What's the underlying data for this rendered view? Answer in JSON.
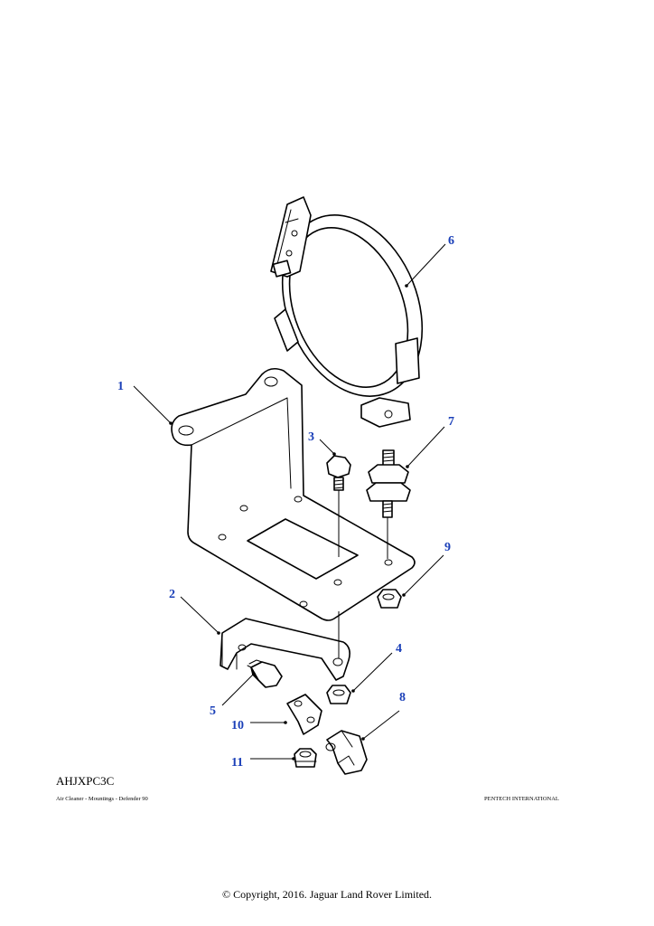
{
  "diagram": {
    "code": "AHJXPC3C",
    "description": "Air Cleaner - Mountings - Defender 90",
    "publisher": "PENTECH INTERNATIONAL",
    "copyright": "© Copyright, 2016. Jaguar Land Rover Limited.",
    "callouts": [
      "1",
      "2",
      "3",
      "4",
      "5",
      "6",
      "7",
      "8",
      "9",
      "10",
      "11"
    ]
  },
  "colors": {
    "callout": "#1a3fb8",
    "line": "#000000",
    "background": "#ffffff"
  }
}
